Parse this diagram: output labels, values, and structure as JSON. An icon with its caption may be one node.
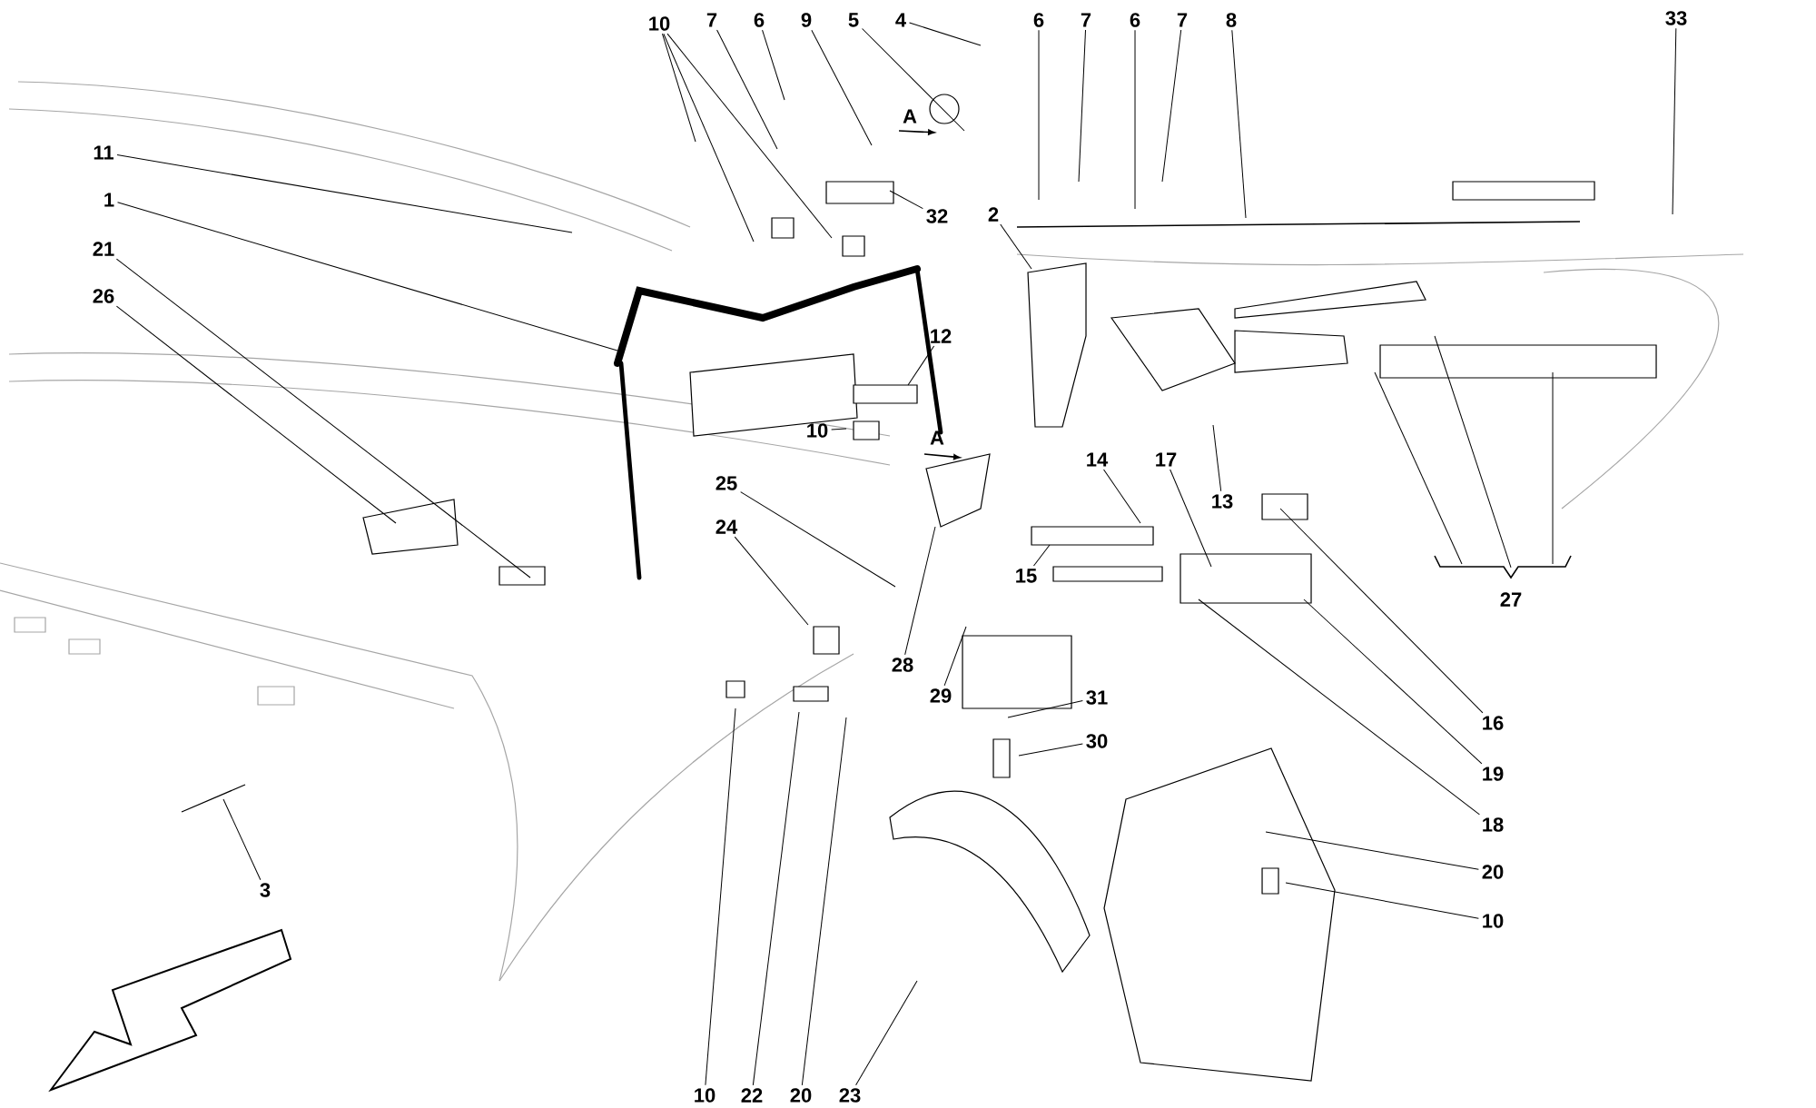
{
  "diagram": {
    "nodes": [
      {
        "text": [
          "10"
        ]
      },
      {
        "text": [
          "7"
        ]
      },
      {
        "text": [
          "6"
        ]
      },
      {
        "text": [
          "9"
        ]
      },
      {
        "text": [
          "5"
        ]
      },
      {
        "text": [
          "4"
        ]
      },
      {
        "text": [
          "6"
        ]
      },
      {
        "text": [
          "7"
        ]
      },
      {
        "text": [
          "6"
        ]
      },
      {
        "text": [
          "7"
        ]
      },
      {
        "text": [
          "8"
        ]
      },
      {
        "text": [
          "33"
        ]
      },
      {
        "text": [
          "11"
        ]
      },
      {
        "text": [
          "1"
        ]
      },
      {
        "text": [
          "21"
        ]
      },
      {
        "text": [
          "26"
        ]
      },
      {
        "text": [
          "32"
        ]
      },
      {
        "text": [
          "2"
        ]
      },
      {
        "text": [
          "12"
        ]
      },
      {
        "text": [
          "10"
        ]
      },
      {
        "text": [
          "14"
        ]
      },
      {
        "text": [
          "17"
        ]
      },
      {
        "text": [
          "13"
        ]
      },
      {
        "text": [
          "25"
        ]
      },
      {
        "text": [
          "24"
        ]
      },
      {
        "text": [
          "15"
        ]
      },
      {
        "text": [
          "27"
        ]
      },
      {
        "text": [
          "28"
        ]
      },
      {
        "text": [
          "29"
        ]
      },
      {
        "text": [
          "31"
        ]
      },
      {
        "text": [
          "30"
        ]
      },
      {
        "text": [
          "16"
        ]
      },
      {
        "text": [
          "19"
        ]
      },
      {
        "text": [
          "18"
        ]
      },
      {
        "text": [
          "20"
        ]
      },
      {
        "text": [
          "10"
        ]
      },
      {
        "text": [
          "3"
        ]
      },
      {
        "text": [
          "10"
        ]
      },
      {
        "text": [
          "22"
        ]
      },
      {
        "text": [
          "20"
        ]
      },
      {
        "text": [
          "23"
        ]
      }
    ],
    "edges": [
      {
        "from": 0,
        "to": null,
        "arrow": "none"
      },
      {
        "from": 0,
        "to": null,
        "arrow": "none"
      },
      {
        "from": 0,
        "to": null,
        "arrow": "none"
      },
      {
        "from": 1,
        "to": null,
        "arrow": "none"
      },
      {
        "from": 2,
        "to": null,
        "arrow": "none"
      },
      {
        "from": 3,
        "to": null,
        "arrow": "none"
      },
      {
        "from": 4,
        "to": null,
        "arrow": "none"
      },
      {
        "from": 5,
        "to": null,
        "arrow": "none"
      },
      {
        "from": 6,
        "to": null,
        "arrow": "none"
      },
      {
        "from": 7,
        "to": null,
        "arrow": "none"
      },
      {
        "from": 8,
        "to": null,
        "arrow": "none"
      },
      {
        "from": 9,
        "to": null,
        "arrow": "none"
      },
      {
        "from": 10,
        "to": null,
        "arrow": "none"
      },
      {
        "from": 11,
        "to": null,
        "arrow": "none"
      },
      {
        "from": 12,
        "to": null,
        "arrow": "none"
      },
      {
        "from": 13,
        "to": null,
        "arrow": "none"
      },
      {
        "from": 14,
        "to": null,
        "arrow": "none"
      },
      {
        "from": 15,
        "to": null,
        "arrow": "none"
      },
      {
        "from": 16,
        "to": null,
        "arrow": "none"
      },
      {
        "from": 17,
        "to": null,
        "arrow": "none"
      },
      {
        "from": 18,
        "to": null,
        "arrow": "none"
      },
      {
        "from": 19,
        "to": null,
        "arrow": "none"
      },
      {
        "from": 20,
        "to": null,
        "arrow": "none"
      },
      {
        "from": 21,
        "to": null,
        "arrow": "none"
      },
      {
        "from": 22,
        "to": null,
        "arrow": "none"
      },
      {
        "from": 23,
        "to": null,
        "arrow": "none"
      },
      {
        "from": 24,
        "to": null,
        "arrow": "none"
      },
      {
        "from": 25,
        "to": null,
        "arrow": "none"
      },
      {
        "from": 26,
        "to": null,
        "arrow": "none"
      },
      {
        "from": 26,
        "to": null,
        "arrow": "none"
      },
      {
        "from": 26,
        "to": null,
        "arrow": "none"
      },
      {
        "from": 27,
        "to": null,
        "arrow": "none"
      },
      {
        "from": 28,
        "to": null,
        "arrow": "none"
      },
      {
        "from": 29,
        "to": null,
        "arrow": "none"
      },
      {
        "from": 30,
        "to": null,
        "arrow": "none"
      },
      {
        "from": 31,
        "to": null,
        "arrow": "none"
      },
      {
        "from": 32,
        "to": null,
        "arrow": "none"
      },
      {
        "from": 33,
        "to": null,
        "arrow": "none"
      },
      {
        "from": 34,
        "to": null,
        "arrow": "none"
      },
      {
        "from": 35,
        "to": null,
        "arrow": "none"
      },
      {
        "from": 36,
        "to": null,
        "arrow": "none"
      },
      {
        "from": 37,
        "to": null,
        "arrow": "none"
      },
      {
        "from": 38,
        "to": null,
        "arrow": "none"
      },
      {
        "from": 39,
        "to": null,
        "arrow": "none"
      },
      {
        "from": 40,
        "to": null,
        "arrow": "none"
      }
    ],
    "labels": [
      "A",
      "A"
    ]
  }
}
